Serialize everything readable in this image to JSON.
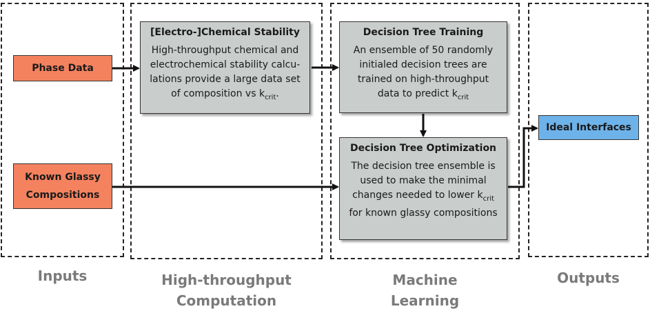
{
  "columns": {
    "inputs": "Inputs",
    "computation_line1": "High-throughput",
    "computation_line2": "Computation",
    "ml_line1": "Machine",
    "ml_line2": "Learning",
    "outputs": "Outputs"
  },
  "inputs": {
    "phase_data": "Phase Data",
    "known_glassy_line1": "Known Glassy",
    "known_glassy_line2": "Compositions"
  },
  "stability": {
    "title": "[Electro-]Chemical Stability",
    "text": "High-throughput chemical and electrochemical stability calcu-lations provide a large data set of composition vs k",
    "sub": "crit",
    "tail": "."
  },
  "training": {
    "title": "Decision Tree Training",
    "text": "An ensemble of 50 randomly initialed decision trees are trained on high-throughput data to predict k",
    "sub": "crit"
  },
  "optimization": {
    "title": "Decision Tree Optimization",
    "text": "The decision tree ensemble is used to make the minimal changes needed to lower k",
    "sub": "crit",
    "tail": " for known glassy compositions"
  },
  "output": {
    "ideal": "Ideal Interfaces"
  },
  "colors": {
    "input_fill": "#f4825f",
    "process_fill": "#c9cdcc",
    "output_fill": "#6db3ea"
  }
}
